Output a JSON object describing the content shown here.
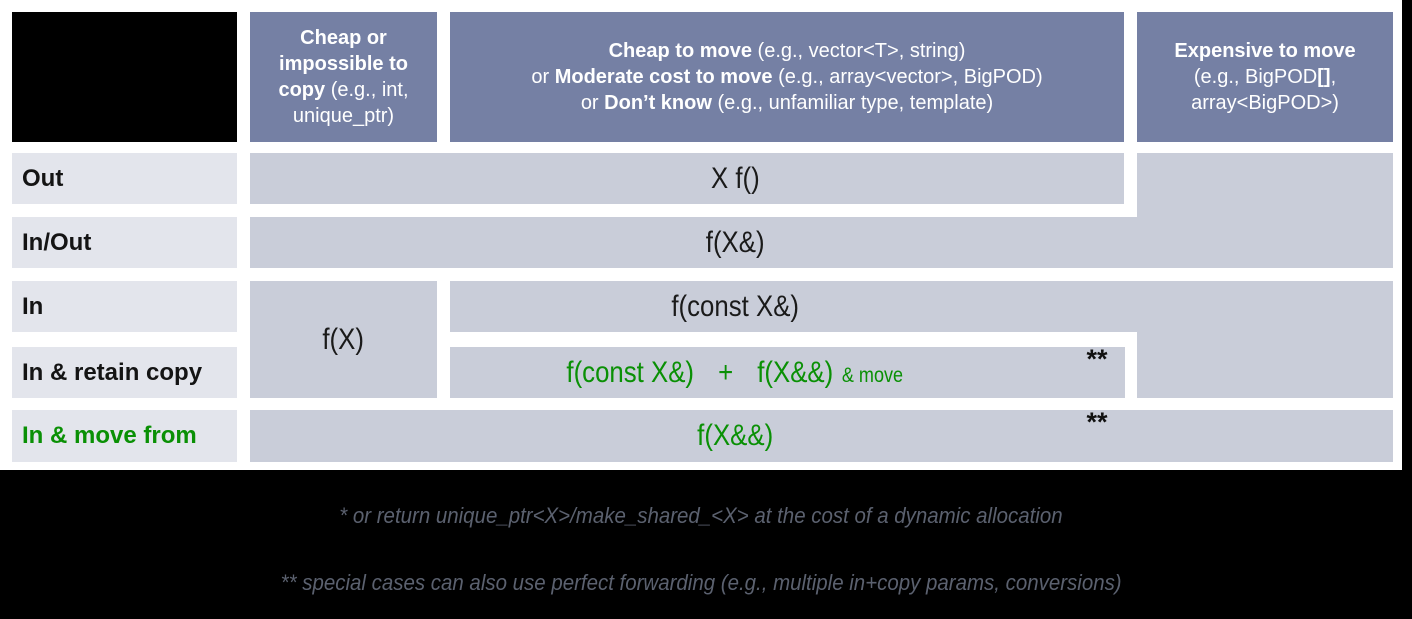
{
  "header": {
    "col1": {
      "bold": "Cheap or impossible to copy ",
      "rest": "(e.g., int, unique_ptr)"
    },
    "col2_line1": {
      "pre": "",
      "bold": "Cheap to move ",
      "rest": "(e.g., vector<T>, string)"
    },
    "col2_line2": {
      "pre": "or ",
      "bold": "Moderate cost to move ",
      "rest": "(e.g., array<vector>, BigPOD)"
    },
    "col2_line3": {
      "pre": "or ",
      "bold": "Don’t know ",
      "rest": "(e.g., unfamiliar type, template)"
    },
    "col3": {
      "line1": "Expensive to move",
      "line2_pre": "(e.g., BigPOD",
      "line2_bold": "[]",
      "line2_post": ",",
      "line3": "array<BigPOD>)"
    }
  },
  "rows": {
    "out": {
      "label": "Out",
      "code": "X f()"
    },
    "in_out": {
      "label": "In/Out",
      "code": "f(X&)"
    },
    "in": {
      "label": "In",
      "code": "f(const X&)"
    },
    "in_retain_copy": {
      "label": "In & retain copy",
      "code_copy": "f(const X&)",
      "plus": "+",
      "code_move": "f(X&&)",
      "suffix": "& move",
      "footnote_marker": "**"
    },
    "in_move_from": {
      "label": "In & move from",
      "code": "f(X&&)",
      "footnote_marker": "**"
    },
    "cheap_copy_cell": "f(X)"
  },
  "footnotes": {
    "note1": "* or return unique_ptr<X>/make_shared_<X> at the cost of a dynamic allocation",
    "note2": "** special cases can also use perfect forwarding (e.g., multiple in+copy params, conversions)"
  },
  "colors": {
    "header_bg": "#7580A4",
    "cell_bg": "#C9CDD9",
    "row_label_bg": "#E3E5EC",
    "accent_green": "#0A9005",
    "footnote_text": "#5B616F",
    "frame_black": "#000000"
  }
}
